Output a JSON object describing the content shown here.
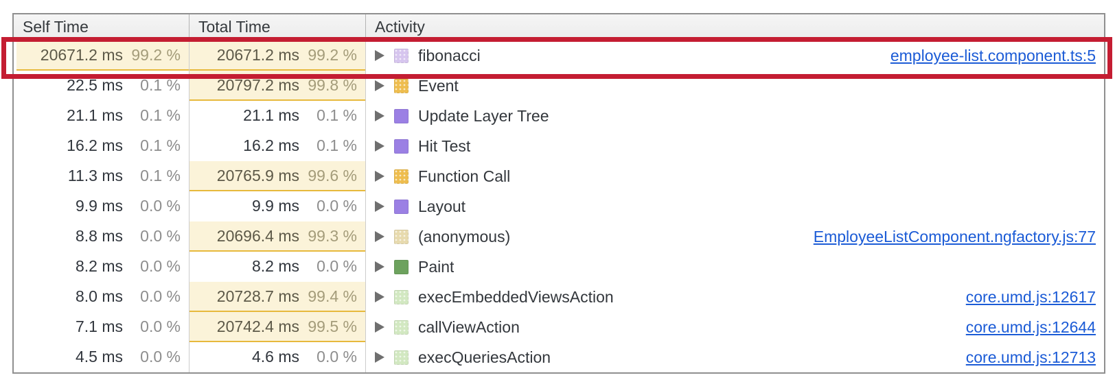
{
  "annotation": {
    "highlight_box_color": "#c41d32"
  },
  "colors": {
    "highlight_bg": "#fbf3d9",
    "highlight_border": "#e7b93c",
    "link": "#1b5bd6"
  },
  "table": {
    "columns": [
      {
        "key": "self",
        "label": "Self Time"
      },
      {
        "key": "total",
        "label": "Total Time"
      },
      {
        "key": "activity",
        "label": "Activity"
      }
    ],
    "rows": [
      {
        "activity": "fibonacci",
        "self_ms": "20671.2 ms",
        "self_pct": "99.2 %",
        "self_hl": true,
        "total_ms": "20671.2 ms",
        "total_pct": "99.2 %",
        "total_hl": true,
        "swatch_name": "scripting-category-swatch",
        "swatch_color": "#d6c5ee",
        "swatch_style": "dotted",
        "link": "employee-list.component.ts:5"
      },
      {
        "activity": "Event",
        "self_ms": "22.5 ms",
        "self_pct": "0.1 %",
        "self_hl": false,
        "total_ms": "20797.2 ms",
        "total_pct": "99.8 %",
        "total_hl": true,
        "swatch_name": "event-category-swatch",
        "swatch_color": "#eebd4e",
        "swatch_style": "dotted",
        "link": ""
      },
      {
        "activity": "Update Layer Tree",
        "self_ms": "21.1 ms",
        "self_pct": "0.1 %",
        "self_hl": false,
        "total_ms": "21.1 ms",
        "total_pct": "0.1 %",
        "total_hl": false,
        "swatch_name": "rendering-category-swatch",
        "swatch_color": "#9b80e4",
        "swatch_style": "solid",
        "link": ""
      },
      {
        "activity": "Hit Test",
        "self_ms": "16.2 ms",
        "self_pct": "0.1 %",
        "self_hl": false,
        "total_ms": "16.2 ms",
        "total_pct": "0.1 %",
        "total_hl": false,
        "swatch_name": "rendering-category-swatch",
        "swatch_color": "#9b80e4",
        "swatch_style": "solid",
        "link": ""
      },
      {
        "activity": "Function Call",
        "self_ms": "11.3 ms",
        "self_pct": "0.1 %",
        "self_hl": false,
        "total_ms": "20765.9 ms",
        "total_pct": "99.6 %",
        "total_hl": true,
        "swatch_name": "event-category-swatch",
        "swatch_color": "#eebd4e",
        "swatch_style": "dotted",
        "link": ""
      },
      {
        "activity": "Layout",
        "self_ms": "9.9 ms",
        "self_pct": "0.0 %",
        "self_hl": false,
        "total_ms": "9.9 ms",
        "total_pct": "0.0 %",
        "total_hl": false,
        "swatch_name": "rendering-category-swatch",
        "swatch_color": "#9b80e4",
        "swatch_style": "solid",
        "link": ""
      },
      {
        "activity": "(anonymous)",
        "self_ms": "8.8 ms",
        "self_pct": "0.0 %",
        "self_hl": false,
        "total_ms": "20696.4 ms",
        "total_pct": "99.3 %",
        "total_hl": true,
        "swatch_name": "scripting-category-swatch",
        "swatch_color": "#e7daae",
        "swatch_style": "dotted",
        "link": "EmployeeListComponent.ngfactory.js:77"
      },
      {
        "activity": "Paint",
        "self_ms": "8.2 ms",
        "self_pct": "0.0 %",
        "self_hl": false,
        "total_ms": "8.2 ms",
        "total_pct": "0.0 %",
        "total_hl": false,
        "swatch_name": "painting-category-swatch",
        "swatch_color": "#6da25e",
        "swatch_style": "solid",
        "link": ""
      },
      {
        "activity": "execEmbeddedViewsAction",
        "self_ms": "8.0 ms",
        "self_pct": "0.0 %",
        "self_hl": false,
        "total_ms": "20728.7 ms",
        "total_pct": "99.4 %",
        "total_hl": true,
        "swatch_name": "scripting-category-swatch",
        "swatch_color": "#d2e8c1",
        "swatch_style": "dotted",
        "link": "core.umd.js:12617"
      },
      {
        "activity": "callViewAction",
        "self_ms": "7.1 ms",
        "self_pct": "0.0 %",
        "self_hl": false,
        "total_ms": "20742.4 ms",
        "total_pct": "99.5 %",
        "total_hl": true,
        "swatch_name": "scripting-category-swatch",
        "swatch_color": "#d2e8c1",
        "swatch_style": "dotted",
        "link": "core.umd.js:12644"
      },
      {
        "activity": "execQueriesAction",
        "self_ms": "4.5 ms",
        "self_pct": "0.0 %",
        "self_hl": false,
        "total_ms": "4.6 ms",
        "total_pct": "0.0 %",
        "total_hl": false,
        "swatch_name": "scripting-category-swatch",
        "swatch_color": "#d2e8c1",
        "swatch_style": "dotted",
        "link": "core.umd.js:12713"
      }
    ]
  }
}
